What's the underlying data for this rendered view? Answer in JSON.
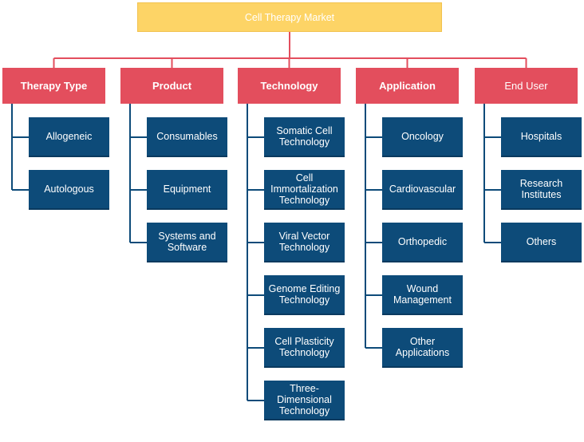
{
  "colors": {
    "root": "#fdd466",
    "category": "#e34e5d",
    "leaf": "#0d4b79",
    "connector": "#e34e5d",
    "branch_line": "#0d4b79"
  },
  "root": {
    "label": "Cell Therapy Market"
  },
  "categories": [
    {
      "label": "Therapy Type",
      "bold": true,
      "items": [
        "Allogeneic",
        "Autologous"
      ]
    },
    {
      "label": "Product",
      "bold": true,
      "items": [
        "Consumables",
        "Equipment",
        "Systems and Software"
      ]
    },
    {
      "label": "Technology",
      "bold": true,
      "items": [
        "Somatic Cell Technology",
        "Cell Immortalization Technology",
        "Viral Vector Technology",
        "Genome Editing Technology",
        "Cell Plasticity Technology",
        "Three-Dimensional Technology"
      ]
    },
    {
      "label": "Application",
      "bold": true,
      "items": [
        "Oncology",
        "Cardiovascular",
        "Orthopedic",
        "Wound Management",
        "Other Applications"
      ]
    },
    {
      "label": "End User",
      "bold": false,
      "items": [
        "Hospitals",
        "Research Institutes",
        "Others"
      ]
    }
  ]
}
